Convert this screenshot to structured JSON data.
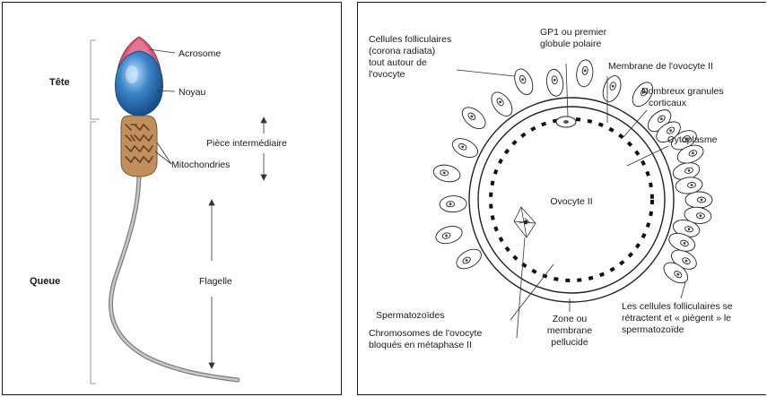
{
  "sperm": {
    "regions": {
      "head": "Tête",
      "tail": "Queue"
    },
    "parts": {
      "acrosome": "Acrosome",
      "nucleus": "Noyau",
      "midpiece": "Pièce intermédiaire",
      "mitochondria": "Mitochondries",
      "flagellum": "Flagelle"
    }
  },
  "oocyte": {
    "center": "Ovocyte II",
    "follicle_cells": [
      "Cellules folliculaires",
      "(corona radiata)",
      "tout autour de",
      "l'ovocyte"
    ],
    "polar_body": [
      "GP1 ou premier",
      "globule polaire"
    ],
    "membrane": "Membrane de l'ovocyte II",
    "granules": [
      "Nombreux granules",
      "corticaux"
    ],
    "cytoplasm": "Cytoplasme",
    "sperm_label": "Spermatozoïdes",
    "chromosomes": [
      "Chromosomes de l'ovocyte",
      "bloqués en métaphase II"
    ],
    "zona": [
      "Zone ou",
      "membrane",
      "pellucide"
    ],
    "retract": [
      "Les cellules folliculaires se",
      "rétractent et « piègent » le",
      "spermatozoïde"
    ]
  },
  "colors": {
    "acrosome": "#d45a78",
    "nucleus": "#3a84c8",
    "midpiece": "#c08f5d",
    "tail": "#a6a6a6",
    "line": "#333333"
  }
}
